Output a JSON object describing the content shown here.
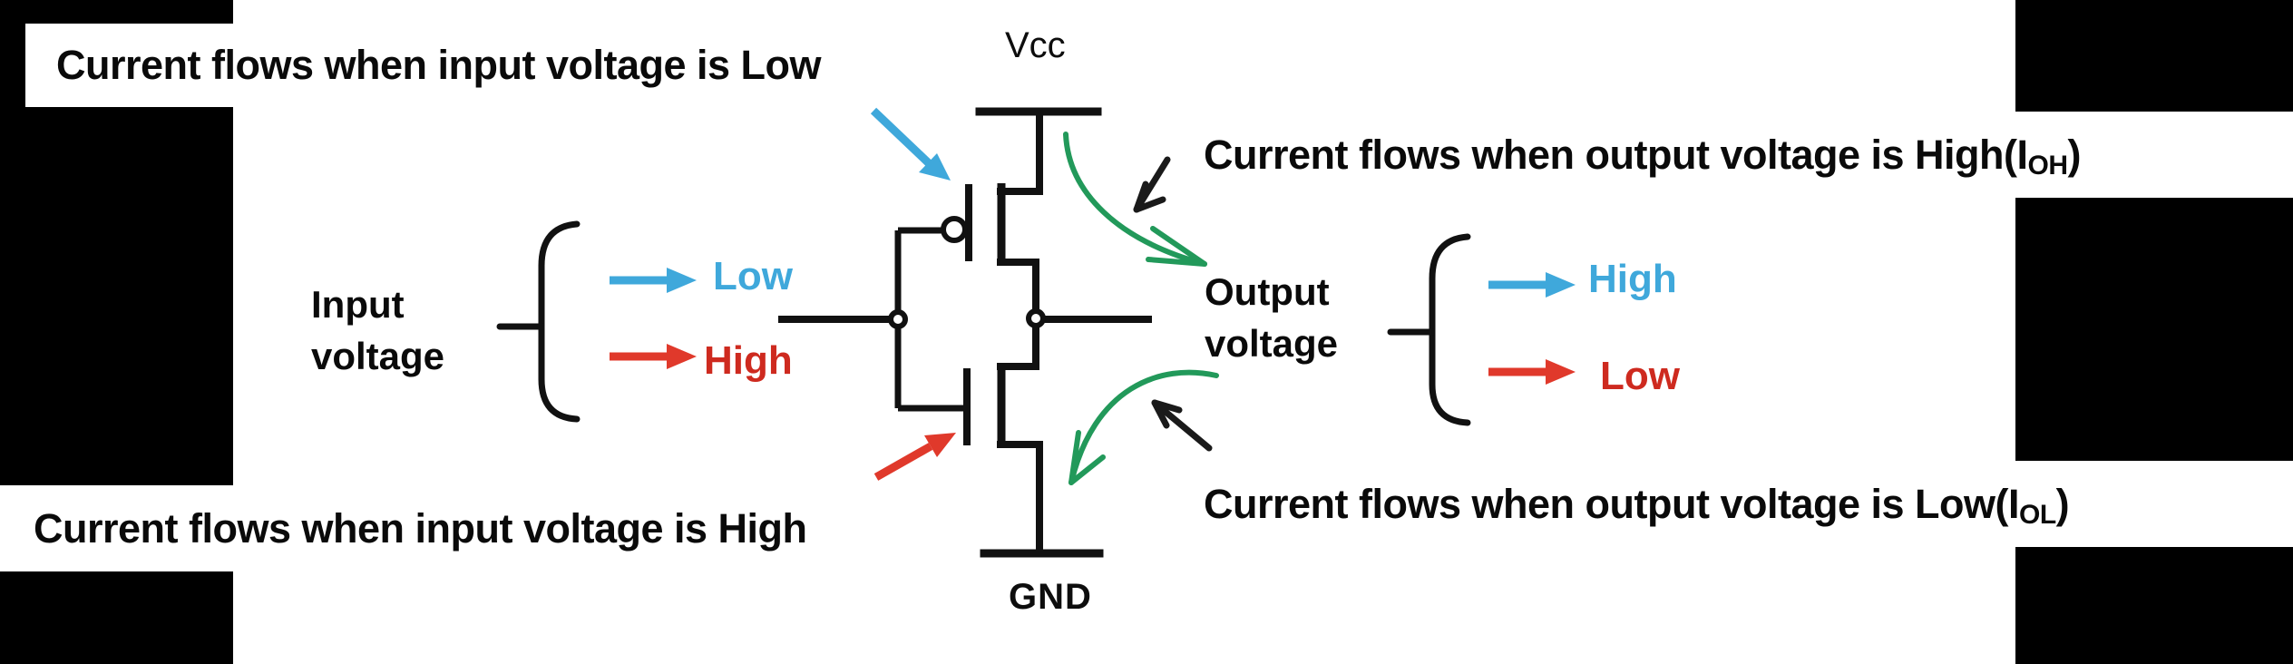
{
  "annotations": {
    "top_left": "Current flows when input voltage is Low",
    "bottom_left": "Current flows when input voltage is High",
    "top_right": {
      "prefix": "Current flows when output voltage is High(I",
      "sub": "OH",
      "suffix": ")"
    },
    "bottom_right": {
      "prefix": "Current flows when output voltage is Low(I",
      "sub": "OL",
      "suffix": ")"
    }
  },
  "circuit": {
    "vcc_label": "Vcc",
    "gnd_label": "GND"
  },
  "input_side": {
    "title_line1": "Input",
    "title_line2": "voltage",
    "low_label": "Low",
    "high_label": "High"
  },
  "output_side": {
    "title_line1": "Output",
    "title_line2": "voltage",
    "high_label": "High",
    "low_label": "Low"
  },
  "colors": {
    "blue": "#3FA8DB",
    "red": "#D8301F",
    "green": "#22995A",
    "black": "#111111"
  }
}
